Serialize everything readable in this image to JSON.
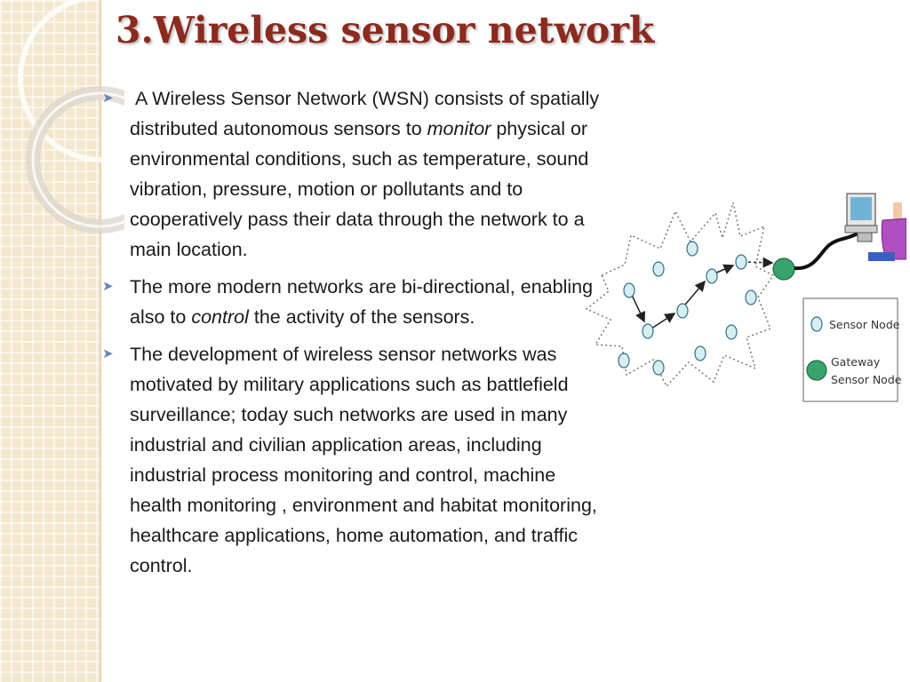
{
  "slide": {
    "title": "3.Wireless sensor network",
    "bullets": [
      {
        "parts": [
          {
            "text": "A Wireless Sensor Network (WSN) consists of spatially distributed autonomous sensors to "
          },
          {
            "text": "monitor",
            "italic": true
          },
          {
            "text": " physical or environmental conditions, such as temperature, sound vibration, pressure, motion or pollutants and to cooperatively pass their data through the network to a main location."
          }
        ]
      },
      {
        "parts": [
          {
            "text": "The more modern networks are bi-directional, enabling also to "
          },
          {
            "text": "control",
            "italic": true
          },
          {
            "text": " the activity of the sensors."
          }
        ]
      },
      {
        "parts": [
          {
            "text": "The development of wireless sensor networks was motivated by military applications such as battlefield surveillance; today such networks are used in many industrial and civilian application areas, including industrial process monitoring and control, machine health monitoring , environment and habitat monitoring, healthcare applications, home automation, and traffic control."
          }
        ]
      }
    ]
  },
  "figure": {
    "legend": {
      "sensor_node": "Sensor Node",
      "gateway_line1": "Gateway",
      "gateway_line2": "Sensor Node"
    }
  },
  "colors": {
    "title": "#8b2a1f",
    "bullet_mark": "#6a86b8",
    "sensor_node": "#d6eef0",
    "gateway_node": "#3aa36b"
  }
}
